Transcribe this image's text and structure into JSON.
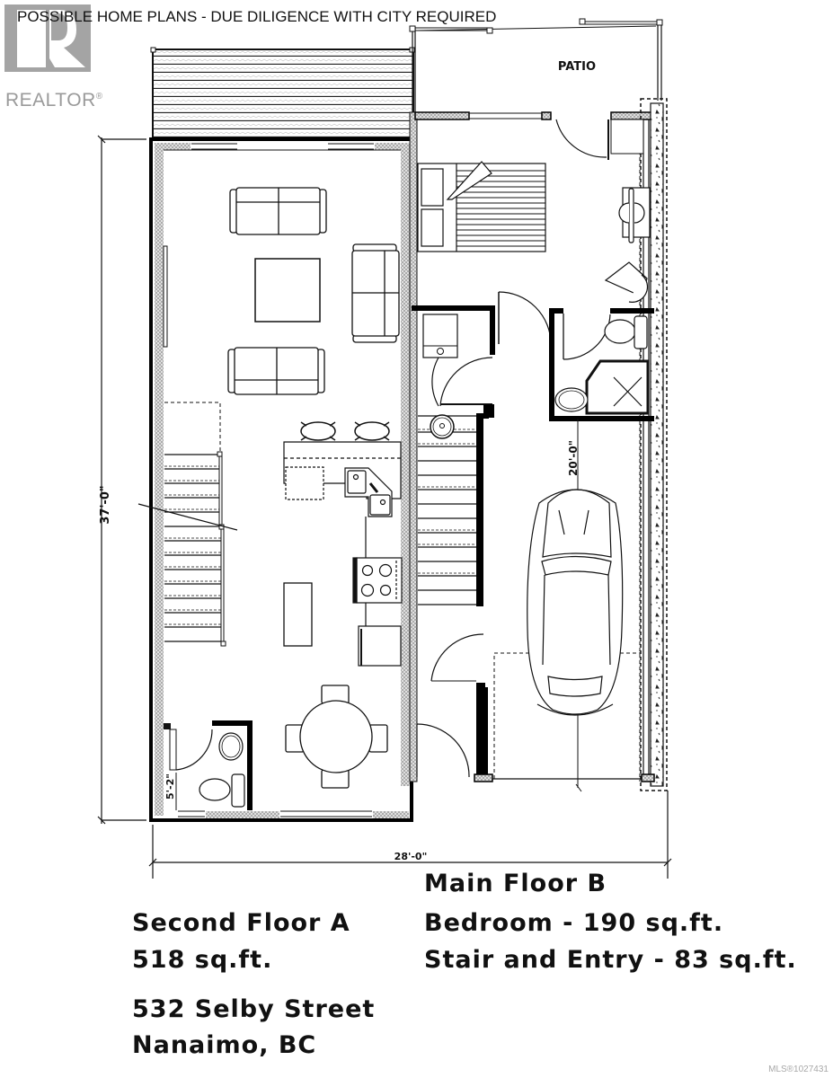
{
  "banner": "POSSIBLE HOME PLANS - DUE DILIGENCE WITH CITY REQUIRED",
  "logo": {
    "word": "REALTOR",
    "reg_mark": "®",
    "color": "#a4a4a4"
  },
  "plan": {
    "patio_label": "PATIO",
    "dim_height": "37'-0\"",
    "dim_width": "28'-0\"",
    "dim_garage": "20'-0\"",
    "dim_bath": "5'-2\""
  },
  "labels": {
    "main_floor": "Main Floor B",
    "second_floor": "Second Floor A",
    "bedroom": "Bedroom - 190 sq.ft.",
    "second_area": "518 sq.ft.",
    "stair_entry": "Stair and Entry - 83 sq.ft.",
    "address_line1": "532 Selby Street",
    "address_line2": "Nanaimo, BC"
  },
  "mls": "MLS®1027431"
}
